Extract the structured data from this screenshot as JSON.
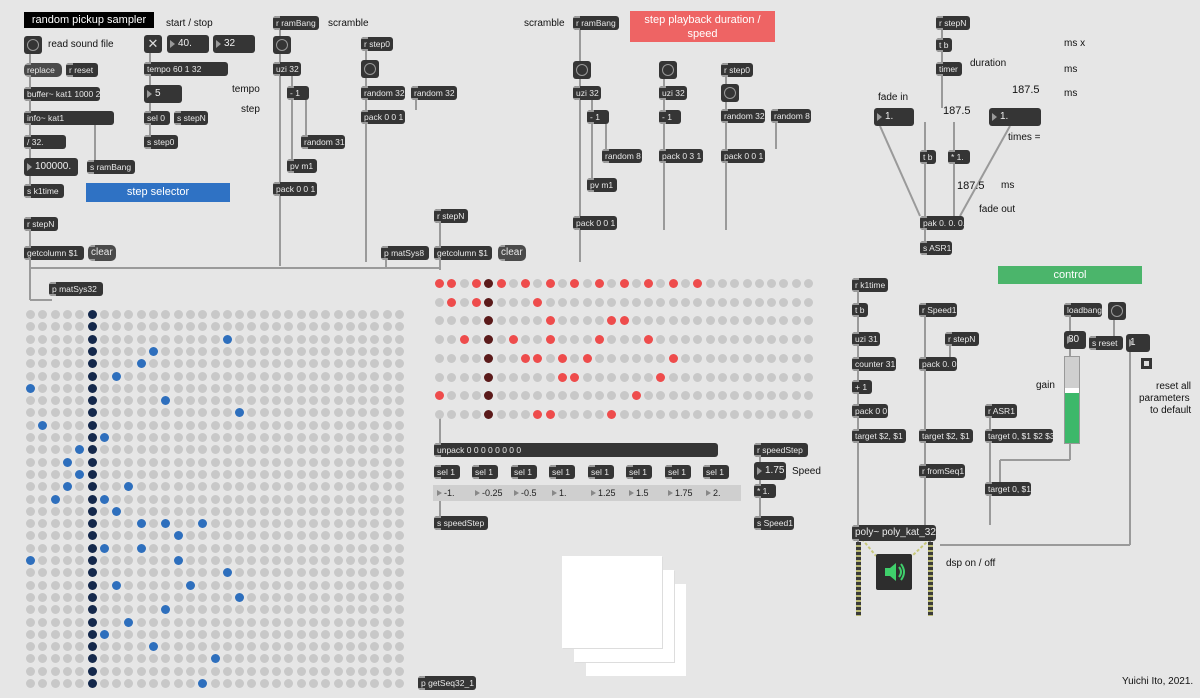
{
  "headers": {
    "title": "random pickup sampler",
    "step_selector": "step selector",
    "playback": "step playback duration / speed",
    "control": "control"
  },
  "colors": {
    "background": "#e6e6e6",
    "object": "#353535",
    "blue_header": "#2f72c4",
    "red_header": "#ee6464",
    "green_header": "#4bb56b",
    "blue_dot": "#2e6fbd",
    "navy_dot": "#15294c",
    "red_dot": "#ee4c4c",
    "maroon_dot": "#5b1a1a",
    "off_dot": "#c8c8c8"
  },
  "labels": {
    "read_sound_file": "read sound file",
    "start_stop": "start / stop",
    "scramble_left": "scramble",
    "scramble_mid": "scramble",
    "tempo": "tempo",
    "step": "step",
    "fade_in": "fade in",
    "duration": "duration",
    "ms_x": "ms  x",
    "ms1": "ms",
    "ms2": "ms",
    "ms3": "ms",
    "times_eq": "times  =",
    "fade_out": "fade out",
    "gain": "gain",
    "reset_all": "reset all",
    "parameters": "parameters",
    "to_default": "to default",
    "dsp": "dsp on / off",
    "speed": "Speed",
    "author": "Yuichi Ito, 2021."
  },
  "objects": {
    "replace": "replace",
    "r_reset": "r reset",
    "buffer": "buffer~ kat1 1000 2",
    "info": "info~ kat1",
    "div32": "/ 32.",
    "s_ramBang": "s ramBang",
    "s_k1time": "s k1time",
    "tempo_obj": "tempo 60 1 32",
    "sel0": "sel 0",
    "s_stepN": "s stepN",
    "s_step0": "s step0",
    "r_ramBang1": "r ramBang",
    "uzi32a": "uzi 32",
    "minus1a": "- 1",
    "random31": "random 31",
    "pvm1a": "pv m1",
    "pack001a": "pack 0 0 1",
    "r_step0a": "r step0",
    "random32a": "random 32",
    "random32b": "random 32",
    "pack001b": "pack 0 0 1",
    "r_stepN1": "r stepN",
    "getcolumn1": "getcolumn $1",
    "clear1": "clear",
    "p_matSys32": "p matSys32",
    "r_ramBang2": "r ramBang",
    "uzi32b": "uzi 32",
    "minus1b": "- 1",
    "random8a": "random 8",
    "pvm1b": "pv m1",
    "pack001c": "pack 0 0 1",
    "uzi32c": "uzi 32",
    "minus1c": "- 1",
    "pack031": "pack 0 3 1",
    "r_step0b": "r step0",
    "random32c": "random 32",
    "random8b": "random 8",
    "pack001d": "pack 0 0 1",
    "r_stepN2": "r stepN",
    "p_matSys8": "p matSys8",
    "getcolumn2": "getcolumn $1",
    "clear2": "clear",
    "unpack": "unpack 0 0 0 0 0 0 0 0",
    "sel1": "sel 1",
    "s_speedStep": "s speedStep",
    "r_speedStep": "r speedStep",
    "mul1a": "* 1.",
    "s_Speed1": "s Speed1",
    "r_stepN3": "r stepN",
    "tb1": "t b",
    "timer": "timer",
    "tb2": "t b",
    "mul1b": "* 1.",
    "pak": "pak 0. 0. 0.",
    "s_ASR1": "s ASR1",
    "r_k1time": "r k1time",
    "tb3": "t b",
    "uzi31": "uzi 31",
    "counter31": "counter 31",
    "plus1": "+ 1",
    "pack00": "pack 0 0",
    "target1": "target $2, $1",
    "r_Speed1": "r Speed1",
    "r_stepN4": "r stepN",
    "pack00b": "pack 0. 0",
    "target2": "target $2, $1",
    "r_ASR1": "r ASR1",
    "target3": "target 0, $1 $2 $3",
    "r_fromSeq1": "r fromSeq1",
    "target4": "target 0, $1",
    "poly": "poly~ poly_kat_32 32",
    "loadbang": "loadbang",
    "s_reset": "s reset",
    "p_getSeq": "p getSeq32_1"
  },
  "numbers": {
    "tempo_val": "40.",
    "steps_val": "32",
    "step_sel": "5",
    "k1time": "100000.",
    "speed_val": "1.75",
    "fade_in_val": "1.",
    "duration_val": "187.5",
    "dur_mid": "187.5",
    "times_val": "1.",
    "fade_out_val": "187.5",
    "gain_val": "80",
    "reset_val": "1"
  },
  "speed_options": [
    "-1.",
    "-0.25",
    "-0.5",
    "1.",
    "1.25",
    "1.5",
    "1.75",
    "2."
  ],
  "matrix_32": {
    "active_col_4": "all rows",
    "blue_cells": [
      [
        2,
        16
      ],
      [
        3,
        10
      ],
      [
        4,
        9
      ],
      [
        5,
        7
      ],
      [
        6,
        0
      ],
      [
        7,
        11
      ],
      [
        8,
        17
      ],
      [
        9,
        1
      ],
      [
        10,
        5
      ],
      [
        10,
        6
      ],
      [
        11,
        4
      ],
      [
        12,
        3
      ],
      [
        13,
        4
      ],
      [
        14,
        8
      ],
      [
        14,
        3
      ],
      [
        15,
        2
      ],
      [
        15,
        6
      ],
      [
        16,
        7
      ],
      [
        17,
        9
      ],
      [
        17,
        11
      ],
      [
        17,
        14
      ],
      [
        18,
        12
      ],
      [
        19,
        9
      ],
      [
        19,
        6
      ],
      [
        20,
        12
      ],
      [
        20,
        0
      ],
      [
        21,
        16
      ],
      [
        22,
        7
      ],
      [
        22,
        13
      ],
      [
        23,
        17
      ],
      [
        24,
        11
      ],
      [
        25,
        8
      ],
      [
        26,
        6
      ],
      [
        27,
        10
      ],
      [
        28,
        15
      ],
      [
        29,
        5
      ],
      [
        30,
        14
      ],
      [
        31,
        0
      ]
    ]
  },
  "matrix_8": {
    "active_col": 4,
    "red_cells": [
      [
        0,
        0
      ],
      [
        0,
        1
      ],
      [
        0,
        3
      ],
      [
        0,
        5
      ],
      [
        0,
        7
      ],
      [
        0,
        9
      ],
      [
        0,
        11
      ],
      [
        0,
        13
      ],
      [
        0,
        15
      ],
      [
        0,
        17
      ],
      [
        0,
        19
      ],
      [
        0,
        21
      ],
      [
        1,
        1
      ],
      [
        1,
        3
      ],
      [
        1,
        8
      ],
      [
        2,
        9
      ],
      [
        2,
        14
      ],
      [
        2,
        15
      ],
      [
        3,
        2
      ],
      [
        3,
        6
      ],
      [
        3,
        9
      ],
      [
        3,
        13
      ],
      [
        3,
        17
      ],
      [
        4,
        7
      ],
      [
        4,
        8
      ],
      [
        4,
        10
      ],
      [
        4,
        12
      ],
      [
        4,
        19
      ],
      [
        5,
        10
      ],
      [
        5,
        11
      ],
      [
        5,
        18
      ],
      [
        6,
        0
      ],
      [
        6,
        16
      ],
      [
        7,
        8
      ],
      [
        7,
        9
      ],
      [
        7,
        14
      ]
    ]
  }
}
